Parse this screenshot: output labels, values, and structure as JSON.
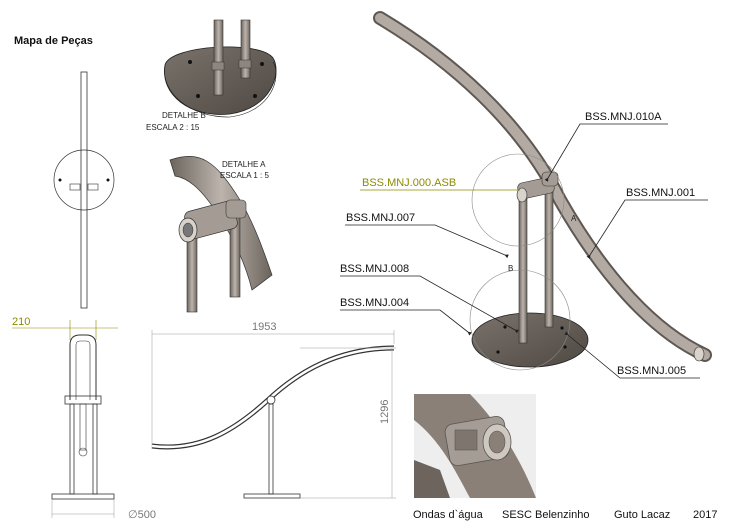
{
  "sheet_title": "Mapa de Peças",
  "details": {
    "detail_b_line1": "DETALHE B",
    "detail_b_line2": "ESCALA 2 : 15",
    "detail_a_line1": "DETALHE A",
    "detail_a_line2": "ESCALA 1 : 5"
  },
  "parts": {
    "p010a": "BSS.MNJ.010A",
    "p000asb": "BSS.MNJ.000.ASB",
    "p007": "BSS.MNJ.007",
    "p001": "BSS.MNJ.001",
    "p008": "BSS.MNJ.008",
    "p004": "BSS.MNJ.004",
    "p005": "BSS.MNJ.005"
  },
  "view_markers": {
    "a": "A",
    "b": "B"
  },
  "dimensions": {
    "d210": "210",
    "d1953": "1953",
    "d1296": "1296",
    "d500": "∅500"
  },
  "footer": {
    "project": "Ondas d`água",
    "venue": "SESC Belenzinho",
    "author": "Guto Lacaz",
    "year": "2017"
  },
  "colors": {
    "metal": "#9a9087",
    "metal_dark": "#5f5852",
    "line": "#222222",
    "accent": "#8b8b00"
  }
}
